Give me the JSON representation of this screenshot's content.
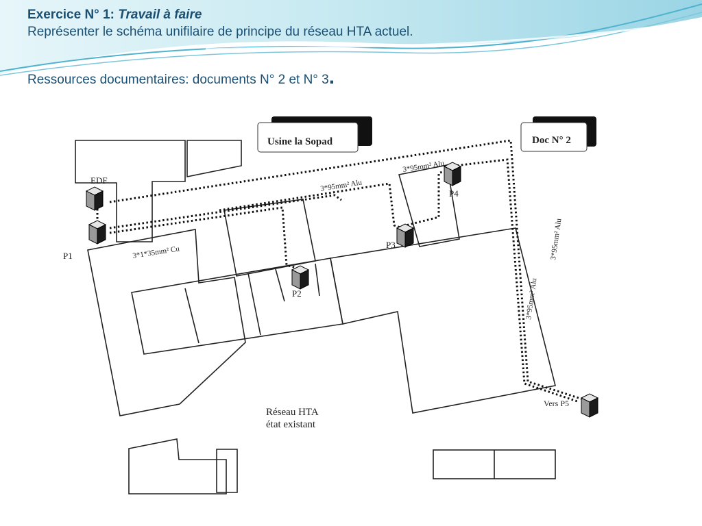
{
  "slide": {
    "title_prefix": "Exercice N° 1: ",
    "title_italic": "Travail à faire",
    "subtitle": "Représenter le schéma unifilaire de principe du réseau HTA actuel.",
    "resources": "Ressources documentaires: documents N° 2 et N° 3",
    "resources_dot": ".",
    "colors": {
      "title": "#1b4f72",
      "wave_light": "#bfe6ef",
      "wave_dark": "#4fb3cf"
    }
  },
  "diagram": {
    "header_box_usine": "Usine la Sopad",
    "header_box_doc": "Doc N° 2",
    "nodes": {
      "edf": "EDF",
      "p1": "P1",
      "p2": "P2",
      "p3": "P3",
      "p4": "P4",
      "p5": "Vers P5"
    },
    "cables": {
      "cu": "3*1*35mm² Cu",
      "alu_main": "3*95mm² Alu",
      "alu_p4": "3*95mm² Alu",
      "alu_right_outer": "3*95mm² Alu",
      "alu_right_inner": "3*95mm² Alu"
    },
    "caption_line1": "Réseau HTA",
    "caption_line2": "état existant"
  }
}
